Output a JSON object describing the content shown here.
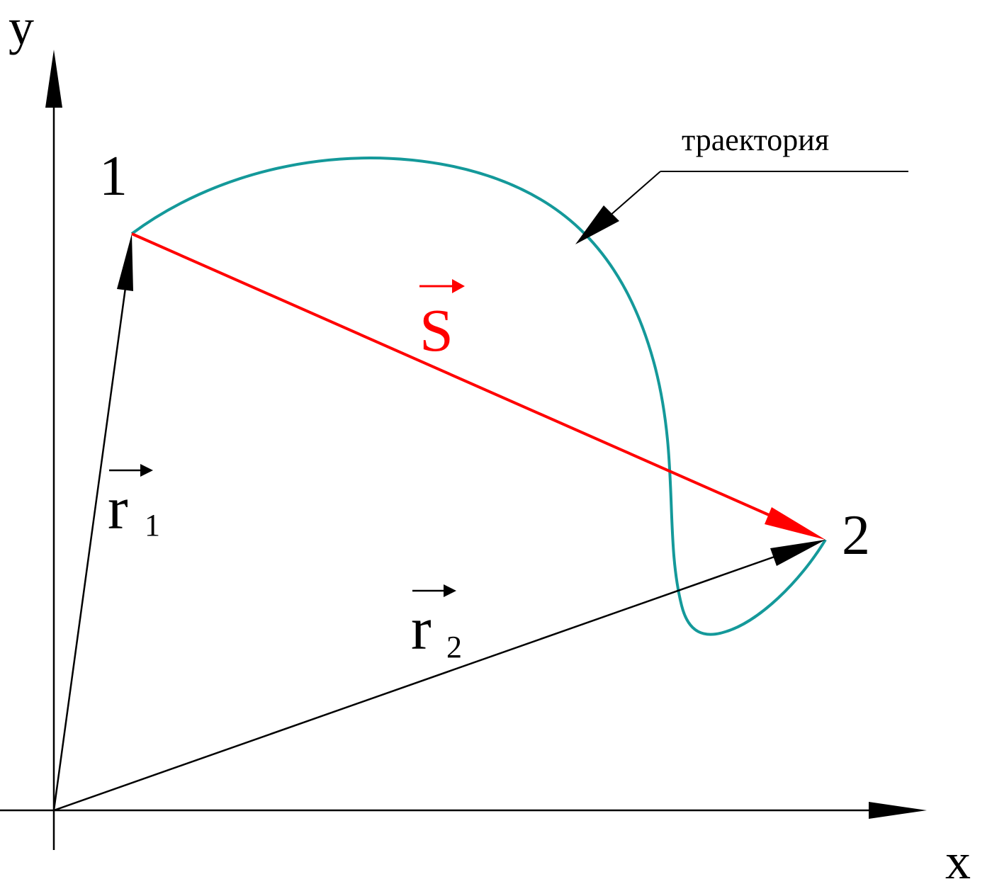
{
  "axes": {
    "x_label": "x",
    "y_label": "y"
  },
  "points": {
    "start_label": "1",
    "end_label": "2"
  },
  "vectors": {
    "displacement": {
      "symbol": "S",
      "color": "#ff0000"
    },
    "r1": {
      "symbol": "r",
      "subscript": "1"
    },
    "r2": {
      "symbol": "r",
      "subscript": "2"
    }
  },
  "trajectory": {
    "label": "траектория",
    "color": "#14999a"
  }
}
